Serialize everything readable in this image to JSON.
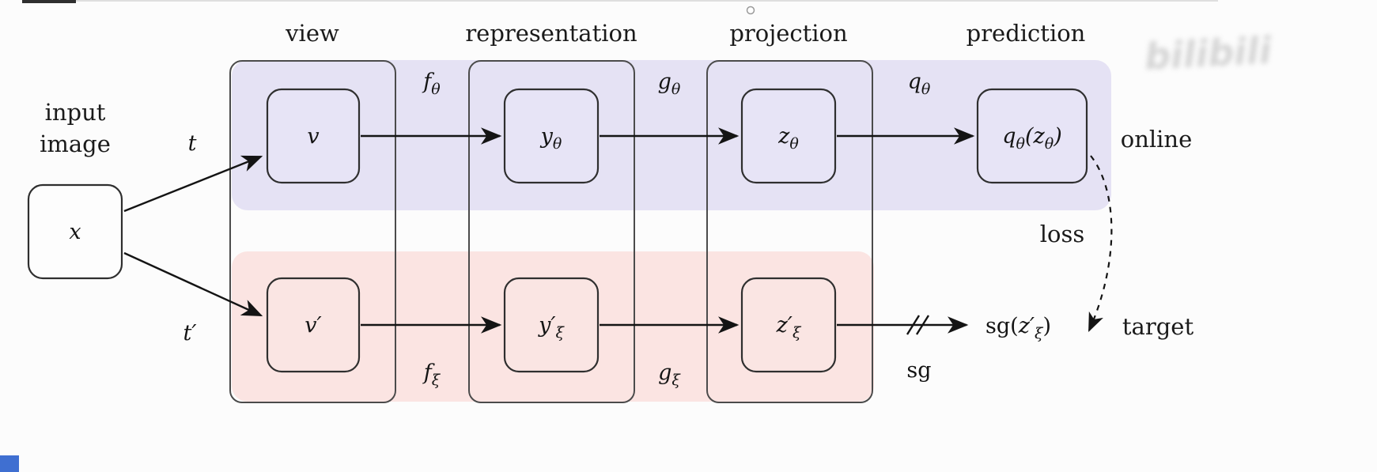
{
  "headers": {
    "view": "view",
    "representation": "representation",
    "projection": "projection",
    "prediction": "prediction"
  },
  "input_label": {
    "line1": "input",
    "line2": "image"
  },
  "nodes": {
    "x": "x",
    "v": "v",
    "v_prime": "v′",
    "y_theta": {
      "base": "y",
      "sub": "θ"
    },
    "z_theta": {
      "base": "z",
      "sub": "θ"
    },
    "q_pred": {
      "s1": "q",
      "s2": "θ",
      "s3": "(z",
      "s4": "θ",
      "s5": ")"
    },
    "y_xi": {
      "base": "y′",
      "sub": "ξ"
    },
    "z_xi": {
      "base": "z′",
      "sub": "ξ"
    },
    "sg_target": {
      "s1": "sg(",
      "s2": "z′",
      "s3": "ξ",
      "s4": ")"
    }
  },
  "edge_labels": {
    "t": "t",
    "t_prime": "t′",
    "f_theta": {
      "base": "f",
      "sub": "θ"
    },
    "g_theta": {
      "base": "g",
      "sub": "θ"
    },
    "q_theta": {
      "base": "q",
      "sub": "θ"
    },
    "f_xi": {
      "base": "f",
      "sub": "ξ"
    },
    "g_xi": {
      "base": "g",
      "sub": "ξ"
    },
    "sg": "sg"
  },
  "side_labels": {
    "online": "online",
    "loss": "loss",
    "target": "target"
  },
  "watermark": "bilibili",
  "colors": {
    "online_band": "#e5e2f4",
    "target_band": "#fbe4e2",
    "node_border": "#2f2f2f",
    "column_border": "#4b4b4b",
    "text": "#1b1b1b",
    "corner_accent": "#3f6fd1"
  }
}
